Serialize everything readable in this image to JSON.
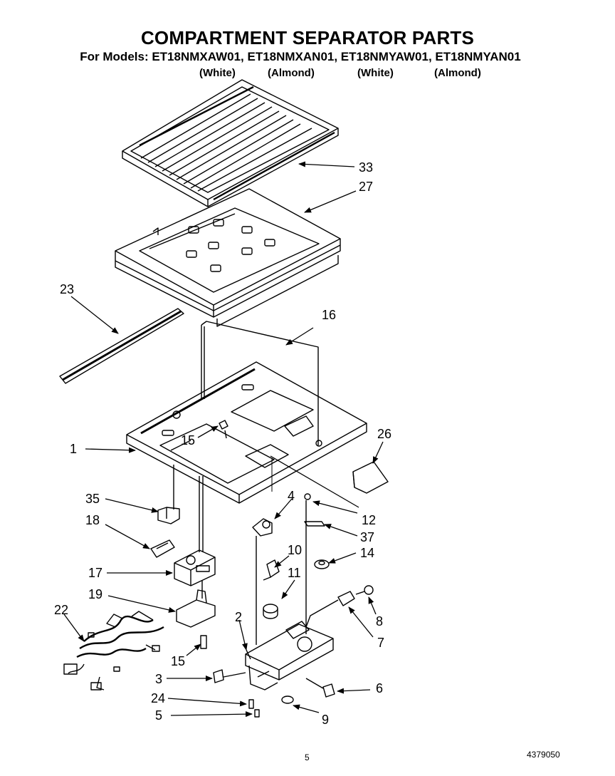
{
  "header": {
    "title": "COMPARTMENT SEPARATOR PARTS",
    "models_line": "For Models: ET18NMXAW01, ET18NMXAN01, ET18NMYAW01, ET18NMYAN01",
    "colors": [
      "(White)",
      "(Almond)",
      "(White)",
      "(Almond)"
    ]
  },
  "callouts": {
    "c33": "33",
    "c27": "27",
    "c23": "23",
    "c16": "16",
    "c1": "1",
    "c15a": "15",
    "c26": "26",
    "c35": "35",
    "c4": "4",
    "c12": "12",
    "c18": "18",
    "c37": "37",
    "c10": "10",
    "c14": "14",
    "c17": "17",
    "c11": "11",
    "c19": "19",
    "c8": "8",
    "c22": "22",
    "c2": "2",
    "c7": "7",
    "c15b": "15",
    "c3": "3",
    "c6": "6",
    "c24": "24",
    "c5": "5",
    "c9": "9"
  },
  "footer": {
    "page_number": "5",
    "document_number": "4379050"
  }
}
